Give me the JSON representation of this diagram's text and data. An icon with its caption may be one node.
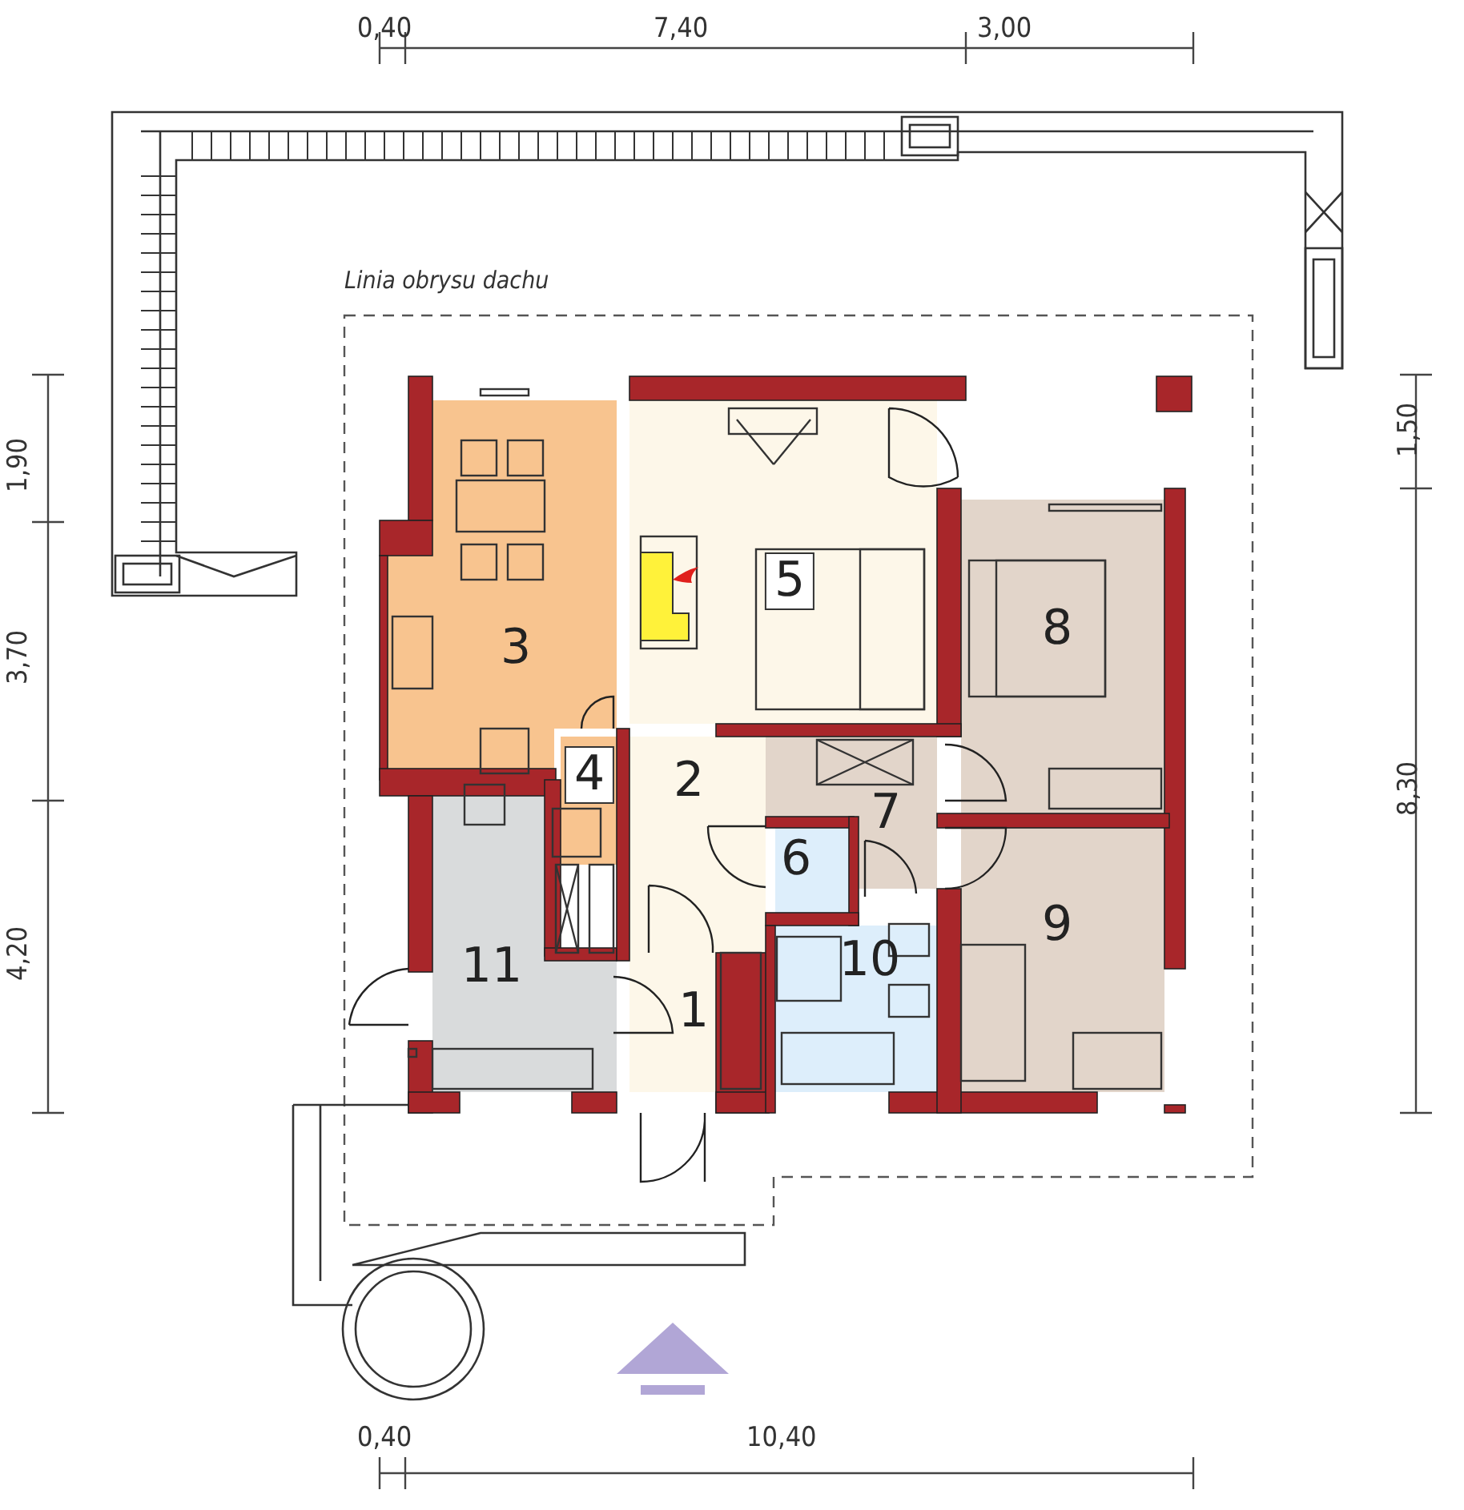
{
  "diagram": {
    "nodes": [
      {
        "text": [
          "1"
        ]
      },
      {
        "text": [
          "2"
        ]
      },
      {
        "text": [
          "3"
        ]
      },
      {
        "text": [
          "4"
        ]
      },
      {
        "text": [
          "5"
        ]
      },
      {
        "text": [
          "6"
        ]
      },
      {
        "text": [
          "7"
        ]
      },
      {
        "text": [
          "8"
        ]
      },
      {
        "text": [
          "9"
        ]
      },
      {
        "text": [
          "10"
        ]
      },
      {
        "text": [
          "11"
        ]
      }
    ],
    "labels": [
      "0,40",
      "7,40",
      "3,00",
      "Linia obrysu dachu",
      "1,50",
      "1,90",
      "3,70",
      "8,30",
      "4,20",
      "0,40",
      "10,40"
    ]
  }
}
